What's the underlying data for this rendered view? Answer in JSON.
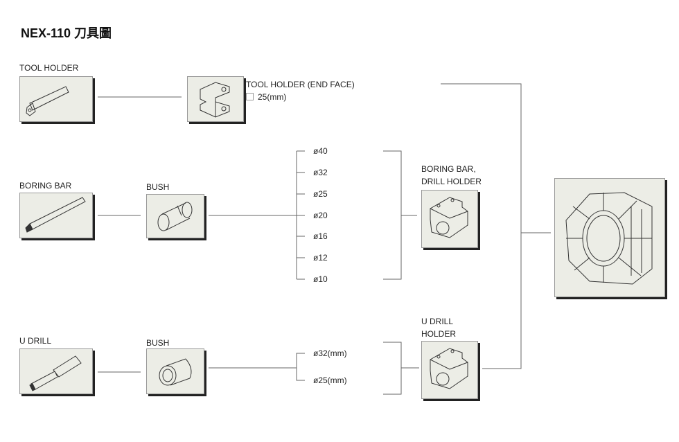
{
  "title": "NEX-110 刀具圖",
  "tool_holder": {
    "label": "TOOL HOLDER"
  },
  "end_face": {
    "label": "TOOL HOLDER (END FACE)",
    "size": "25(mm)"
  },
  "boring_bar": {
    "label": "BORING BAR"
  },
  "bush_1": {
    "label": "BUSH"
  },
  "boring_sizes": [
    "ø40",
    "ø32",
    "ø25",
    "ø20",
    "ø16",
    "ø12",
    "ø10"
  ],
  "boring_holder": {
    "label_line1": "BORING BAR,",
    "label_line2": "DRILL HOLDER"
  },
  "u_drill": {
    "label": "U DRILL"
  },
  "bush_2": {
    "label": "BUSH"
  },
  "u_drill_sizes": [
    "ø32(mm)",
    "ø25(mm)"
  ],
  "u_drill_holder": {
    "label_line1": "U DRILL",
    "label_line2": "HOLDER"
  }
}
